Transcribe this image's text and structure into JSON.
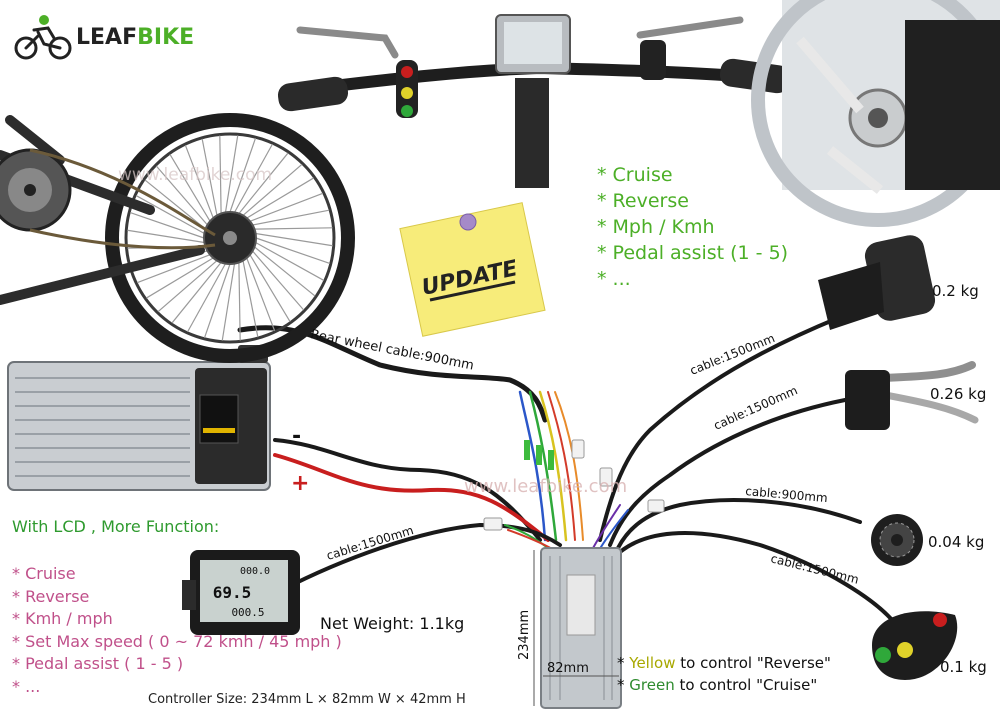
{
  "logo": {
    "word1": "LEAF",
    "word2": "BIKE"
  },
  "watermark": "www.leafbike.com",
  "update_note": "UPDATE",
  "top_features": [
    "* Cruise",
    "* Reverse",
    "* Mph / Kmh",
    "* Pedal assist (1 - 5)",
    "* ..."
  ],
  "lcd": {
    "heading": "With LCD , More Function:",
    "features": [
      "* Cruise",
      "* Reverse",
      "* Kmh / mph",
      "* Set Max speed ( 0 ~ 72 kmh / 45 mph )",
      "* Pedal assist ( 1 - 5 )",
      "* ..."
    ],
    "screen_speed": "69.5",
    "screen_top": "000.0",
    "screen_bottom": "000.5"
  },
  "cables": {
    "rear_wheel": "Rear wheel cable:900mm",
    "throttle": "cable:1500mm",
    "brake": "cable:1500mm",
    "pas": "cable:900mm",
    "switch": "cable:1500mm",
    "lcd": "cable:1500mm"
  },
  "weights": {
    "throttle": "0.2 kg",
    "brake": "0.26 kg",
    "pas": "0.04 kg",
    "switch": "0.1 kg"
  },
  "battery": {
    "minus": "-",
    "plus": "+"
  },
  "controller": {
    "net_weight": "Net Weight: 1.1kg",
    "height_label": "234mm",
    "width_label": "82mm",
    "size": "Controller Size: 234mm L × 82mm W × 42mm H"
  },
  "switch_notes": {
    "bullet": "*",
    "yellow_word": "Yellow",
    "yellow_rest": " to control \"Reverse\"",
    "green_word": "Green",
    "green_rest": " to control \"Cruise\""
  },
  "colors": {
    "green": "#4caf27",
    "pink": "#c0508a",
    "yellow_text": "#a8a800",
    "green_text": "#2e8b2e",
    "wire": "#1a1a1a",
    "red_wire": "#c81e1e",
    "note": "#f7ec7a"
  }
}
